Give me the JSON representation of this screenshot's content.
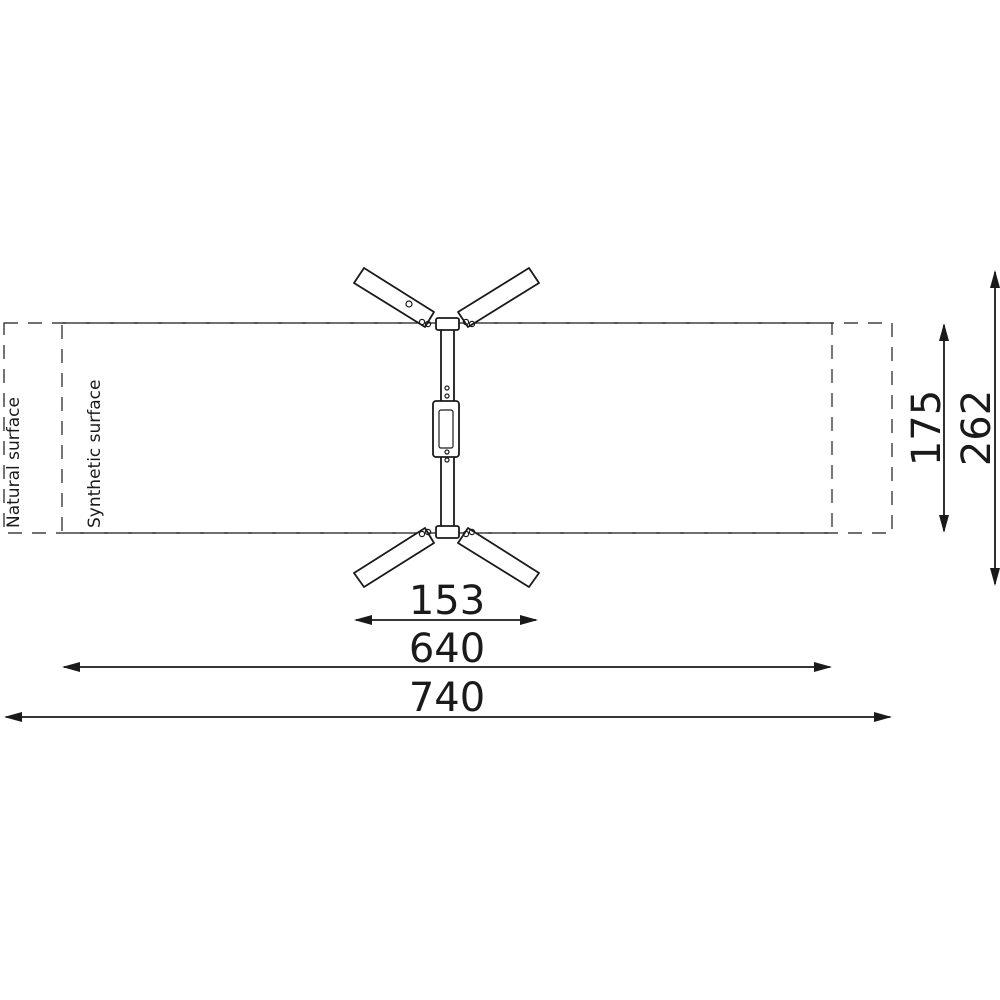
{
  "zones": {
    "natural": "Natural surface",
    "synthetic": "Synthetic surface"
  },
  "dimensions": {
    "width_item": "153",
    "width_synthetic": "640",
    "width_natural": "740",
    "depth_synthetic": "175",
    "depth_natural": "262"
  }
}
